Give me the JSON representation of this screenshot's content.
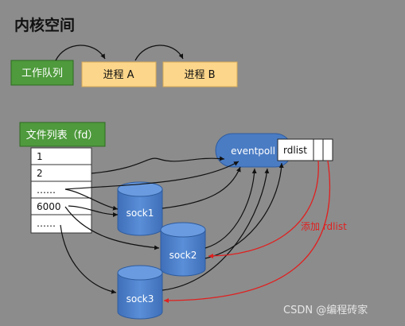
{
  "title": "内核空间",
  "work_queue": "工作队列",
  "process_a": "进程 A",
  "process_b": "进程 B",
  "fd_list": {
    "title": "文件列表（fd）",
    "rows": [
      "1",
      "2",
      "……",
      "6000",
      "……"
    ]
  },
  "eventpoll": "eventpoll",
  "rdlist": "rdlist",
  "sockets": [
    "sock1",
    "sock2",
    "sock3"
  ],
  "add_rdlist": "添加 rdlist",
  "watermark": "CSDN @编程砖家",
  "colors": {
    "background": "#8c8c8c",
    "green_box": "#4e9a3c",
    "yellow_box": "#fcd68a",
    "blue": "#4a7cc4",
    "red_arrow": "#e02020"
  }
}
